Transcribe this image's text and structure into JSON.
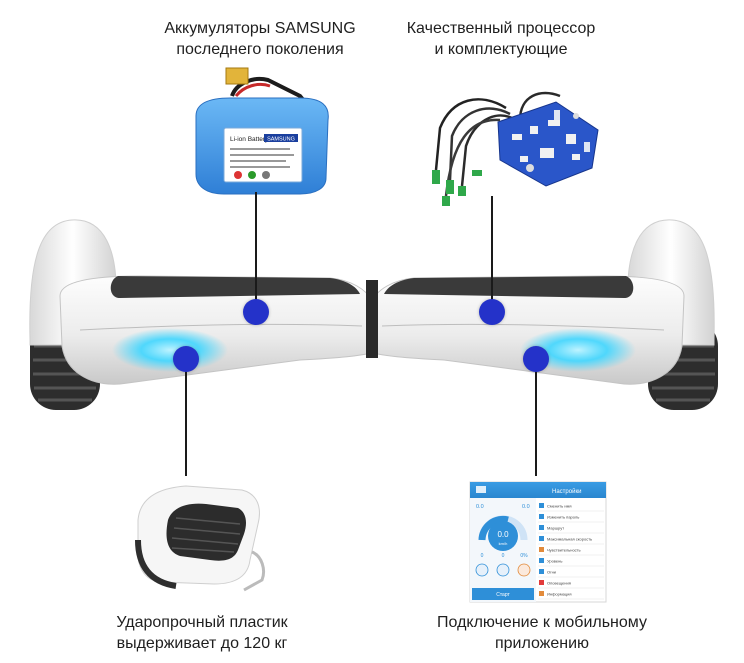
{
  "callouts": {
    "battery": {
      "line1": "Аккумуляторы SAMSUNG",
      "line2": "последнего поколения"
    },
    "processor": {
      "line1": "Качественный процессор",
      "line2": "и комплектующие"
    },
    "plastic": {
      "line1": "Ударопрочный пластик",
      "line2": "выдерживает до 120 кг"
    },
    "app": {
      "line1": "Подключение к мобильному",
      "line2": "приложению"
    }
  },
  "battery_label": {
    "name": "Li-ion Battery",
    "brand": "SAMSUNG"
  },
  "app_screen": {
    "title": "Настройки",
    "gauge_value": "0.0",
    "gauge_unit": "km/h",
    "stat_left_value": "0.0",
    "stat_right_value": "0.0",
    "mini_stat_1": "0",
    "mini_stat_2": "0",
    "mini_stat_3": "0%",
    "start_label": "Старт",
    "menu": [
      "Сменить имя",
      "Изменить пароль",
      "Маршрут",
      "Максимальная скорость",
      "Чувствительность",
      "Уровень",
      "Огни",
      "Оповещения",
      "Информация"
    ]
  },
  "colors": {
    "accent_dot": "#2432c9",
    "led_glow": "#3fd6ff",
    "app_blue": "#2e8fd8",
    "board_blue": "#2a56c9",
    "battery_blue": "#3a8de6"
  }
}
